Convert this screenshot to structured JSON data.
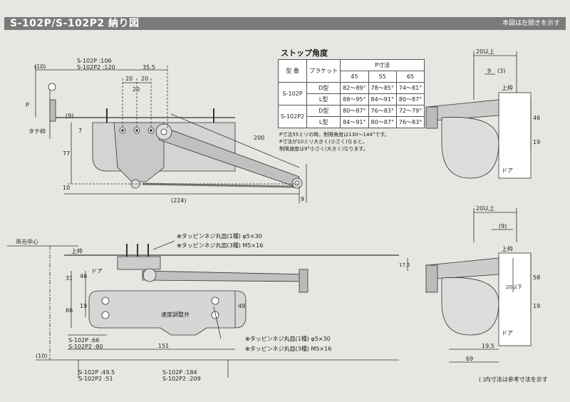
{
  "header": {
    "title": "S-102P/S-102P2 納り図",
    "note": "本図は左開きを示す"
  },
  "stop_angle": {
    "title": "ストップ角度",
    "col_model": "型 番",
    "col_bracket": "ブラケット",
    "col_p": "P寸法",
    "p_values": [
      "45",
      "55",
      "65"
    ],
    "rows": [
      {
        "model": "S-102P",
        "bracket": "D型",
        "v": [
          "82～89°",
          "78～85°",
          "74～81°"
        ]
      },
      {
        "model": "",
        "bracket": "L型",
        "v": [
          "88～95°",
          "84～91°",
          "80～87°"
        ]
      },
      {
        "model": "S-102P2",
        "bracket": "D型",
        "v": [
          "80～87°",
          "76～83°",
          "72～79°"
        ]
      },
      {
        "model": "",
        "bracket": "L型",
        "v": [
          "84～91°",
          "80～87°",
          "76～83°"
        ]
      }
    ],
    "notes": [
      "P寸法55ミリの時，制限角度は130～144°です。",
      "P寸法が10ミリ大きく(小さく)なると，",
      "制限速度は9°小さく(大きく)なります。"
    ]
  },
  "top_view": {
    "dim_10": "(10)",
    "s102p_106": "S-102P  :106",
    "s102p2_120": "S-102P2 :120",
    "d35_5": "35.5",
    "d20a": "20",
    "d20b": "20",
    "d20c": "20",
    "p": "P",
    "d9": "(9)",
    "tate": "タテ枠",
    "d7": "7",
    "d77": "77",
    "d10": "10",
    "d200": "200",
    "d224": "(224)",
    "d9b": "9"
  },
  "side_view_top": {
    "d20up": "20以上",
    "d9": "9",
    "d3": "(3)",
    "uwawaku": "上枠",
    "d46": "46",
    "d19": "19",
    "door": "ドア"
  },
  "side_view_bottom": {
    "d20up": "20以上",
    "d9": "(9)",
    "uwawaku": "上枠",
    "d17_5": "17.5",
    "d20down": "20以下",
    "d58": "58",
    "d19": "19",
    "door": "ドア",
    "d19_5": "19.5",
    "d69": "69"
  },
  "front_view": {
    "hinge_center": "吊元中心",
    "uwawaku": "上枠",
    "screw1": "⊕タッピンネジ丸皿(1種) φ5×30",
    "screw2": "⊕タッピンネジ丸皿(3種) M5×16",
    "door": "ドア",
    "d31": "31",
    "d46": "46",
    "d66": "66",
    "d19": "19",
    "d49": "49",
    "valve": "速度調整弁",
    "screw3": "⊕タッピンネジ丸皿(1種) φ5×30",
    "screw4": "⊕タッピンネジ丸皿(3種) M5×16",
    "s102p_66": "S-102P  :66",
    "s102p2_80": "S-102P2 :80",
    "d151": "151",
    "d10": "(10)",
    "s102p_49_5": "S-102P  :49.5",
    "s102p2_51": "S-102P2 :51",
    "s102p_184": "S-102P  :184",
    "s102p2_209": "S-102P2 :209"
  },
  "footer": "(  )内寸法は参考寸法を示す"
}
